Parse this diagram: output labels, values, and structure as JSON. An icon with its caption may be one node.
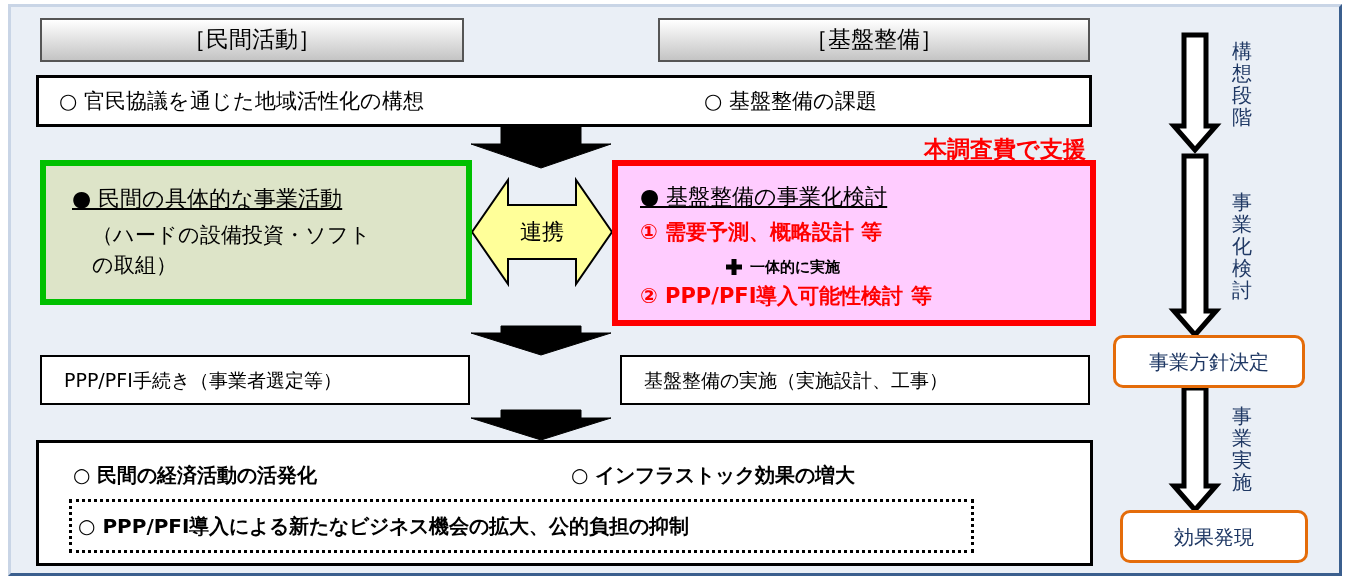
{
  "diagram": {
    "nodes": [
      {
        "text": [
          "［民間活動］"
        ]
      },
      {
        "text": [
          "［基盤整備］"
        ]
      },
      {
        "text": [
          "○ 官民協議を通じた地域活性化の構想",
          "○ 基盤整備の課題"
        ]
      },
      {
        "text": [
          "● 民間の具体的な事業活動",
          "（ハードの設備投資・ソフトの取組）"
        ]
      },
      {
        "text": [
          "● 基盤整備の事業化検討",
          "① 需要予測、概略設計 等",
          "一体的に実施",
          "② PPP/PFI導入可能性検討 等"
        ],
        "beside": [
          "本調査費で支援"
        ]
      },
      {
        "text": [
          "PPP/PFI手続き（事業者選定等）"
        ]
      },
      {
        "text": [
          "基盤整備の実施（実施設計、工事）"
        ]
      },
      {
        "text": [
          "○ 民間の経済活動の活発化",
          "○ インフラストック効果の増大"
        ]
      },
      {
        "text": [
          "○ PPP/PFI導入による新たなビジネス機会の拡大、公的負担の抑制"
        ],
        "in": 7
      },
      {
        "text": [
          "事業方針決定"
        ]
      },
      {
        "text": [
          "効果発現"
        ]
      }
    ],
    "edges": [
      {
        "from": 2,
        "to": null,
        "arrow": "to"
      },
      {
        "from": 3,
        "to": 4,
        "arrow": "both",
        "label": "連携",
        "color": "#ffff99"
      },
      {
        "from": null,
        "to": 7,
        "arrow": "to"
      },
      {
        "from": null,
        "to": 9,
        "arrow": "to",
        "label": "事業化検討",
        "color": "#ffffff"
      },
      {
        "from": 9,
        "to": 10,
        "arrow": "to",
        "label": "事業実施",
        "color": "#ffffff"
      },
      {
        "from": 4,
        "to": 5,
        "arrow": "to"
      }
    ],
    "labels": [
      "構想段階"
    ]
  }
}
